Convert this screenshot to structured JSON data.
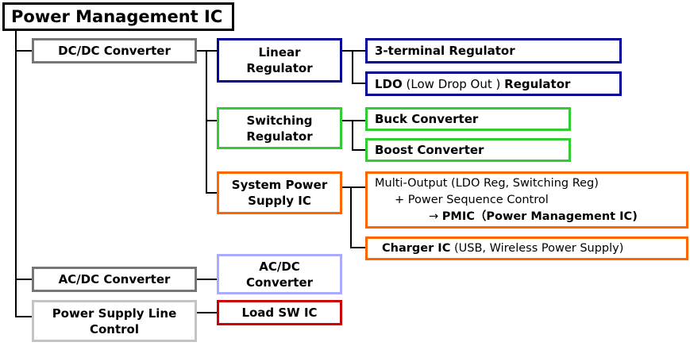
{
  "title": "Power Management IC",
  "colors": {
    "root": "#000000",
    "category": "#777777",
    "category_light": "#c4c4c4",
    "linear": "#000099",
    "switching": "#33cc33",
    "system": "#ff6600",
    "acdc": "#aaaaff",
    "load_switch": "#cc0000"
  },
  "categories": {
    "dcdc": "DC/DC Converter",
    "acdc": "AC/DC Converter",
    "psl_line1": "Power Supply Line",
    "psl_line2": "Control"
  },
  "dcdc_children": {
    "linear_line1": "Linear",
    "linear_line2": "Regulator",
    "switching_line1": "Switching",
    "switching_line2": "Regulator",
    "system_line1": "System Power",
    "system_line2": "Supply IC"
  },
  "linear_children": {
    "three_terminal": "3-terminal Regulator",
    "ldo_bold1": "LDO",
    "ldo_normal": " (Low Drop Out ) ",
    "ldo_bold2": "Regulator"
  },
  "switching_children": {
    "buck": "Buck Converter",
    "boost": "Boost Converter"
  },
  "system_children": {
    "multi_line1": "Multi-Output (LDO Reg, Switching Reg)",
    "multi_line2": "+ Power Sequence Control",
    "multi_line3_arrow": "→ ",
    "multi_line3_bold": "PMIC（Power Management IC)",
    "charger_bold": "Charger IC",
    "charger_normal": " (USB, Wireless Power Supply)"
  },
  "acdc_child": {
    "line1": "AC/DC",
    "line2": "Converter"
  },
  "psl_child": "Load SW IC"
}
